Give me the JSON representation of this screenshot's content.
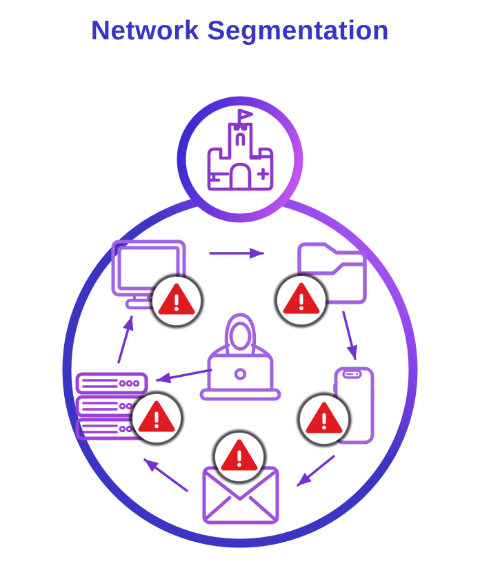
{
  "title": {
    "text": "Network Segmentation"
  },
  "colors": {
    "title": "#3a34c2",
    "outer_ring_gradient": [
      "#3c34c3",
      "#b35af7"
    ],
    "hub_ring_gradient": [
      "#3a2bd0",
      "#c355ee"
    ],
    "icon_stroke": "#a263e2",
    "castle_stroke": "#8b35cc",
    "server_stroke": "#9b41d9",
    "envelope_stroke": "#a04fdb",
    "arrow": "#7232cb",
    "alert_red": "#df1b21",
    "alert_circle_bg": "#ffffff"
  },
  "hub": {
    "id": "castle",
    "meaning": "protected network perimeter"
  },
  "center": {
    "id": "attacker",
    "meaning": "hooded hacker with laptop"
  },
  "nodes": [
    {
      "id": "computer",
      "icon": "computer-monitor-icon",
      "alert": "!"
    },
    {
      "id": "folder",
      "icon": "folder-icon",
      "alert": "!"
    },
    {
      "id": "smartphone",
      "icon": "smartphone-icon",
      "alert": "!"
    },
    {
      "id": "email",
      "icon": "envelope-icon",
      "alert": "!"
    },
    {
      "id": "server",
      "icon": "server-stack-icon",
      "alert": "!"
    }
  ],
  "flow": [
    {
      "from": "computer",
      "to": "folder"
    },
    {
      "from": "folder",
      "to": "smartphone"
    },
    {
      "from": "smartphone",
      "to": "email"
    },
    {
      "from": "email",
      "to": "server"
    },
    {
      "from": "server",
      "to": "computer"
    },
    {
      "from": "attacker",
      "to": "server"
    }
  ],
  "alert_count": 5
}
